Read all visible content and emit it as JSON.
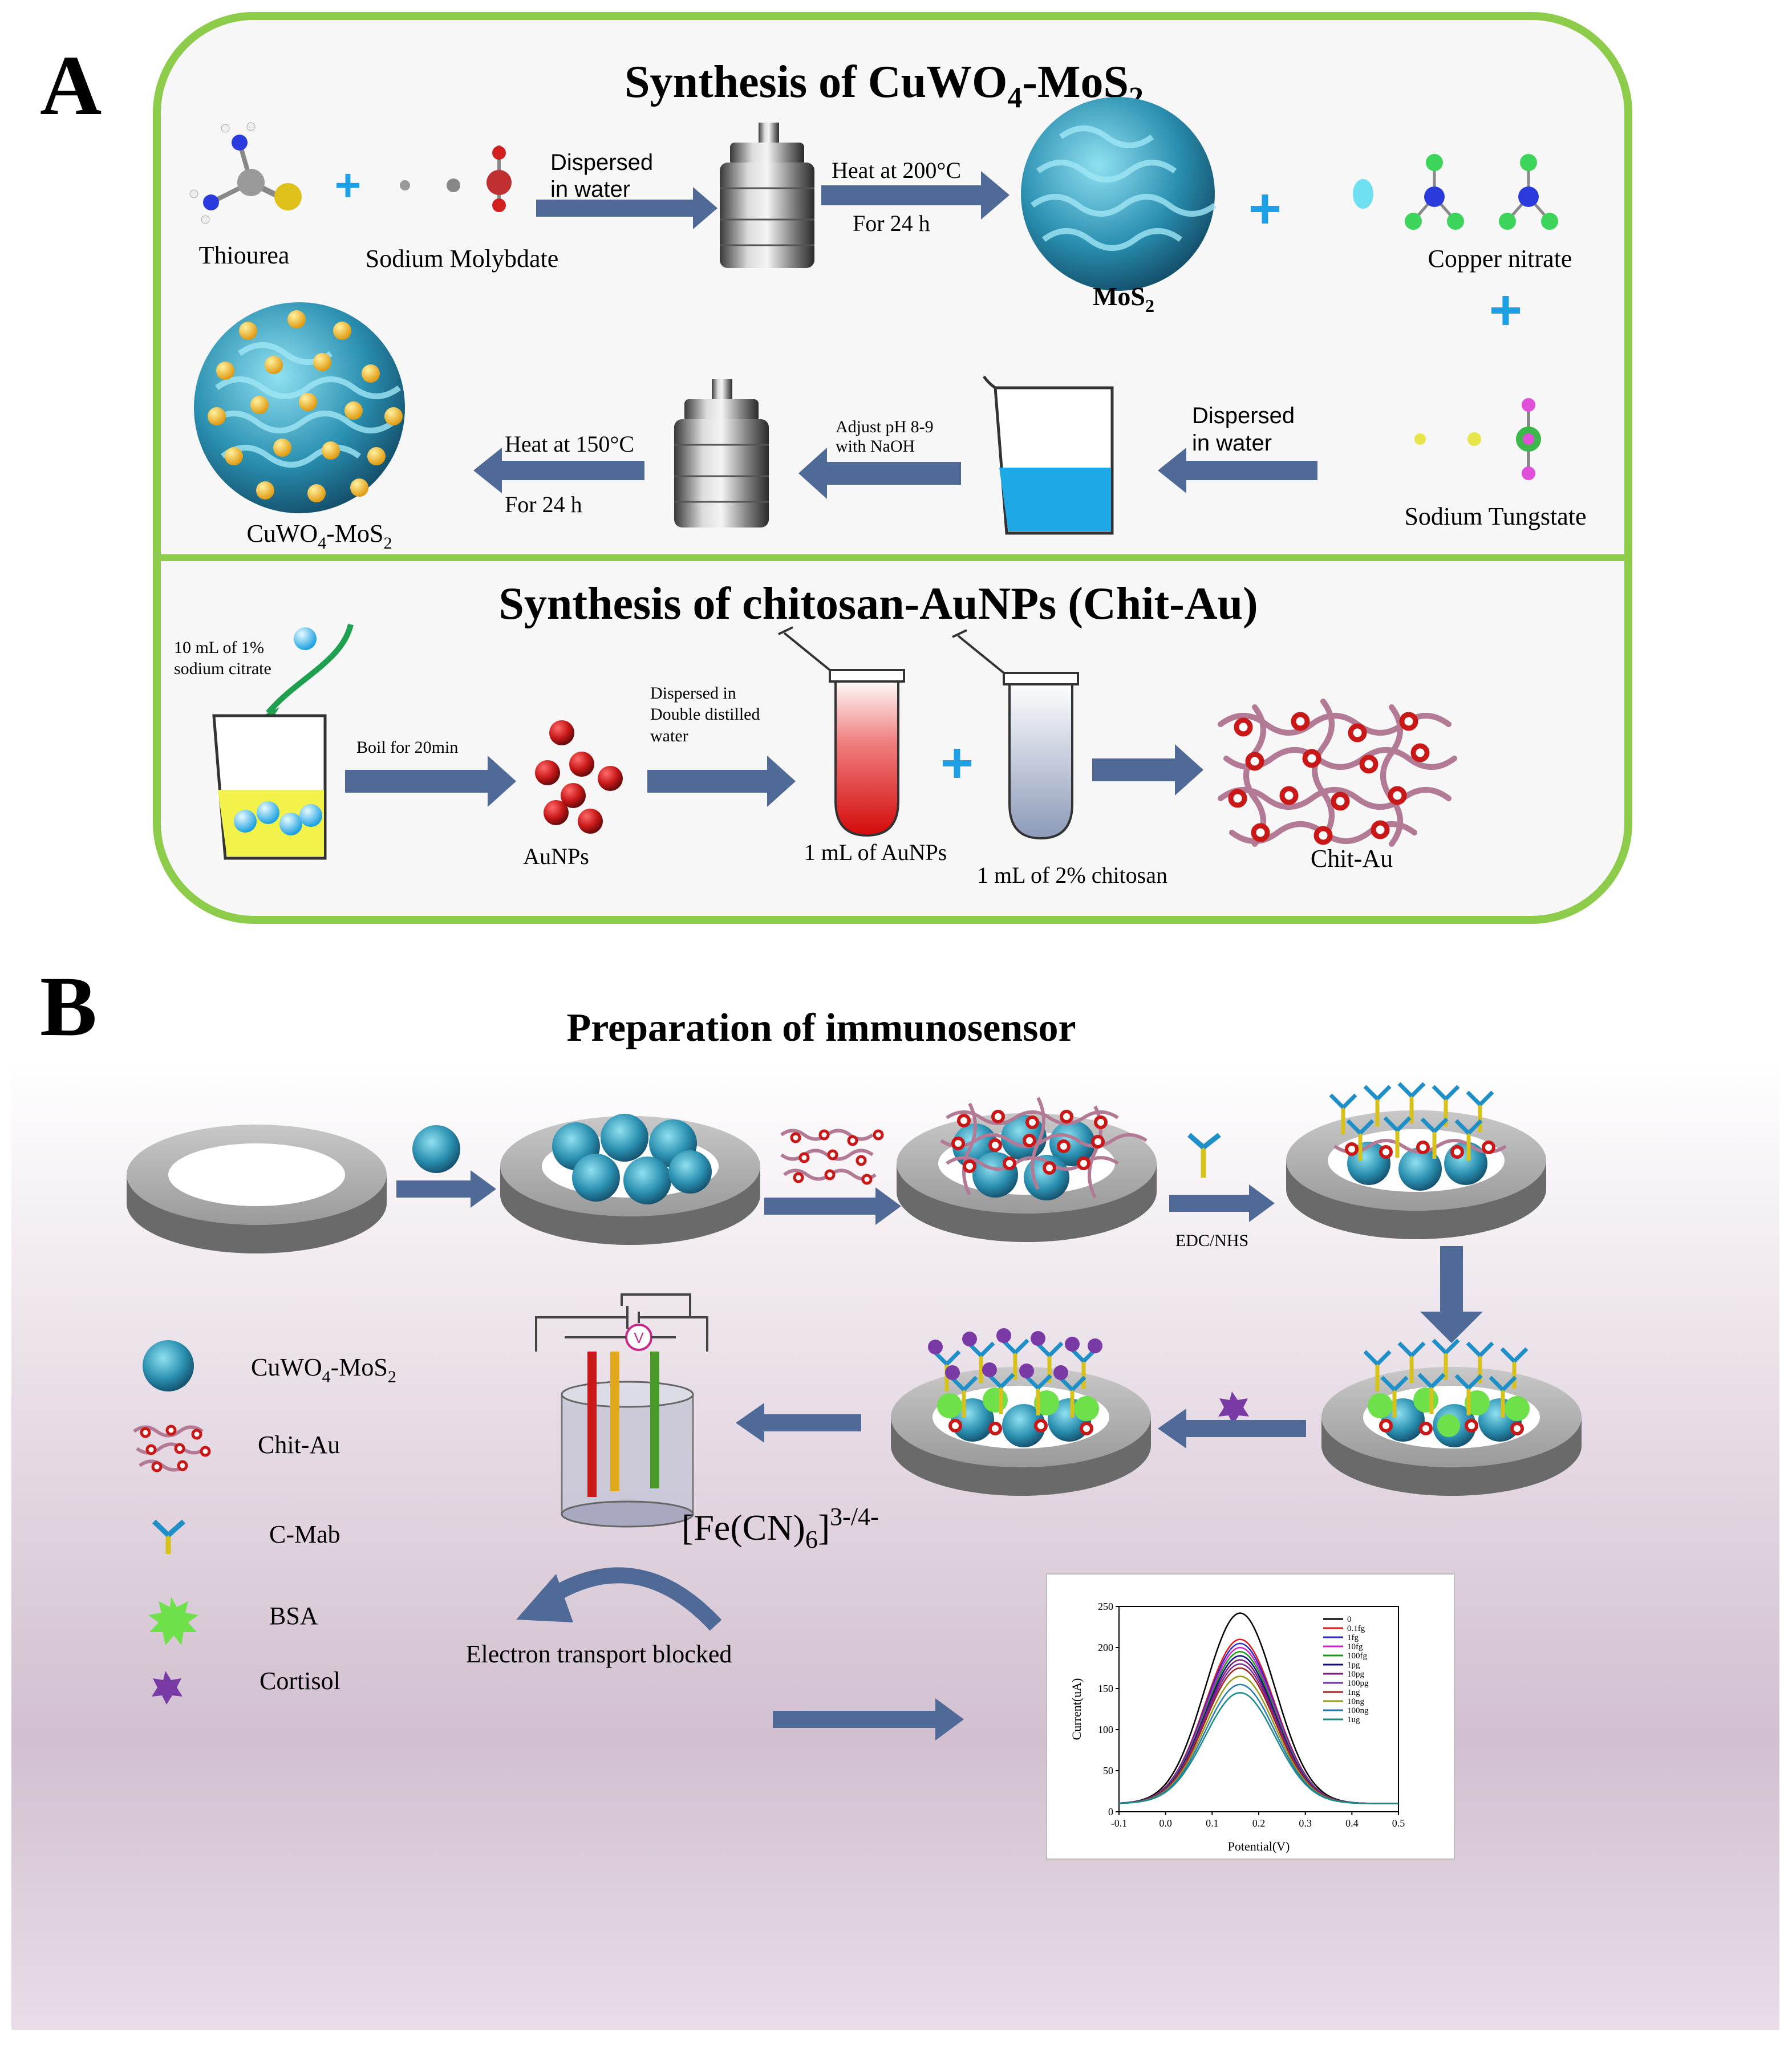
{
  "panel_a": {
    "label": "A",
    "title_pre": "Synthesis of CuWO",
    "title_sub1": "4",
    "title_mid": "-MoS",
    "title_sub2": "2",
    "thiourea": "Thiourea",
    "sodium_molybdate": "Sodium Molybdate",
    "dispersed_1a": "Dispersed",
    "dispersed_1b": "in water",
    "heat200": "Heat at 200°C",
    "for24_a": "For 24 h",
    "mos2_pre": "MoS",
    "mos2_sub": "2",
    "copper_nitrate": "Copper nitrate",
    "sodium_tungstate": "Sodium Tungstate",
    "dispersed_2a": "Dispersed",
    "dispersed_2b": "in water",
    "adjust_ph_a": "Adjust pH 8-9",
    "adjust_ph_b": "with NaOH",
    "heat150": "Heat at 150°C",
    "for24_b": "For 24 h",
    "cuwo4_pre": "CuWO",
    "cuwo4_sub1": "4",
    "cuwo4_mid": "-MoS",
    "cuwo4_sub2": "2",
    "subtitle": "Synthesis of chitosan-AuNPs (Chit-Au)",
    "citrate_a": "10 mL of 1%",
    "citrate_b": "sodium citrate",
    "boil": "Boil for 20min",
    "aunps": "AuNPs",
    "dispersed_3a": "Dispersed in",
    "dispersed_3b": "Double distilled",
    "dispersed_3c": "water",
    "ml_aunps": "1 mL of AuNPs",
    "ml_chitosan": "1 mL of 2% chitosan",
    "chit_au": "Chit-Au"
  },
  "panel_b": {
    "label": "B",
    "title": "Preparation of immunosensor",
    "edc_nhs": "EDC/NHS",
    "legend": {
      "cuwo4_pre": "CuWO",
      "cuwo4_sub1": "4",
      "cuwo4_mid": "-MoS",
      "cuwo4_sub2": "2",
      "chit_au": "Chit-Au",
      "cmab": "C-Mab",
      "bsa": "BSA",
      "cortisol": "Cortisol"
    },
    "fecn_pre": "[Fe(CN)",
    "fecn_sub": "6",
    "fecn_mid": "]",
    "fecn_sup": "3-/4-",
    "electron_blocked": "Electron transport blocked"
  },
  "colors": {
    "frame_green": "#8ccc4a",
    "arrow_blue": "#4f6a96",
    "plus_blue": "#1ea0e6",
    "au_red": "#c81818",
    "sphere_blue": "#2a8fb0",
    "yellow_dot": "#f2b51c",
    "chitosan_pink": "#b27a94",
    "cmab_blue": "#1f8fc8",
    "cmab_yellow": "#d6c21a",
    "bsa_green": "#6ee04a",
    "cortisol_purple": "#7a3aa6"
  },
  "chart_data": {
    "type": "line",
    "title": "",
    "xlabel": "Potential(V)",
    "ylabel": "Current(uA)",
    "xlim": [
      -0.1,
      0.5
    ],
    "ylim": [
      0,
      250
    ],
    "xticks": [
      "-0.1",
      "0.0",
      "0.1",
      "0.2",
      "0.3",
      "0.4",
      "0.5"
    ],
    "yticks": [
      "0",
      "50",
      "100",
      "150",
      "200",
      "250"
    ],
    "legend_position": "top-right",
    "peak_x": 0.16,
    "series": [
      {
        "name": "0",
        "color": "#000000",
        "peak": 242
      },
      {
        "name": "0.1fg",
        "color": "#e01a1a",
        "peak": 210
      },
      {
        "name": "1fg",
        "color": "#2a2ad0",
        "peak": 205
      },
      {
        "name": "10fg",
        "color": "#d020d0",
        "peak": 200
      },
      {
        "name": "100fg",
        "color": "#1a9a1a",
        "peak": 195
      },
      {
        "name": "1pg",
        "color": "#101080",
        "peak": 190
      },
      {
        "name": "10pg",
        "color": "#7a1a7a",
        "peak": 185
      },
      {
        "name": "100pg",
        "color": "#7a2a9a",
        "peak": 180
      },
      {
        "name": "1ng",
        "color": "#a02020",
        "peak": 175
      },
      {
        "name": "10ng",
        "color": "#9a9a1a",
        "peak": 165
      },
      {
        "name": "100ng",
        "color": "#2a7ab0",
        "peak": 155
      },
      {
        "name": "1ug",
        "color": "#1a8a8a",
        "peak": 145
      }
    ]
  }
}
